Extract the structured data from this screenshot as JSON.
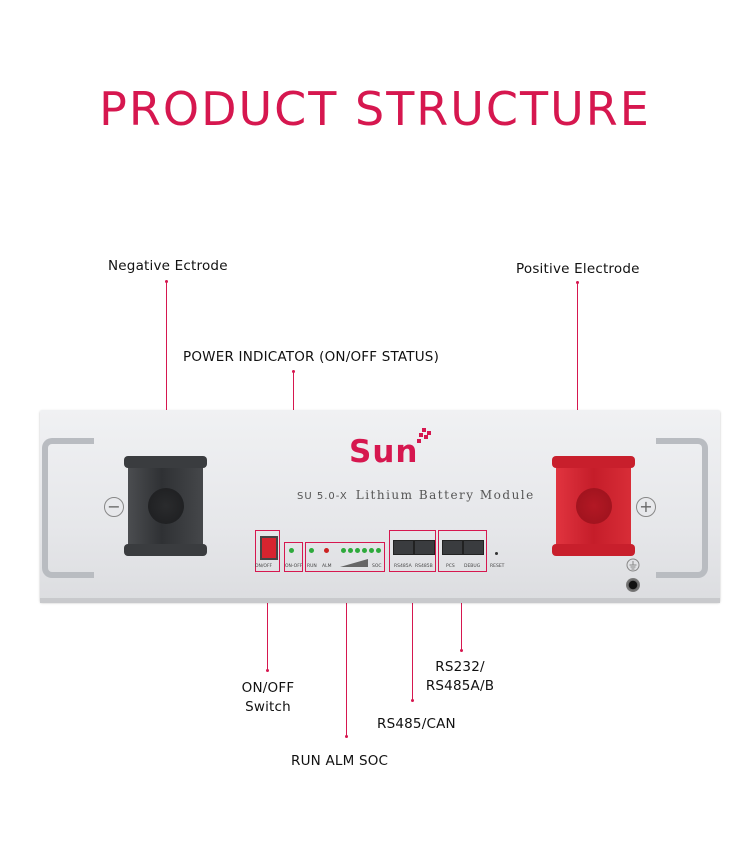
{
  "title": "PRODUCT STRUCTURE",
  "callouts": {
    "negative": "Negative Ectrode",
    "positive": "Positive Electrode",
    "power_indicator": "POWER INDICATOR (ON/OFF STATUS)",
    "onoff_line1": "ON/OFF",
    "onoff_line2": "Switch",
    "rs232_line1": "RS232/",
    "rs232_line2": "RS485A/B",
    "rs485": "RS485/CAN",
    "run_alm_soc": "RUN ALM SOC"
  },
  "module": {
    "brand": "Sun",
    "model": "SU 5.0-X",
    "name": "Lithium Battery Module",
    "labels": {
      "onoff": "ON/OFF",
      "power": "ON-OFF",
      "run": "RUN",
      "alm": "ALM",
      "soc": "SOC",
      "rs485a": "RS485A",
      "rs485b": "RS485B",
      "pcs": "PCS",
      "debug": "DEBUG",
      "reset": "RESET"
    }
  },
  "icons": [
    "minus-icon",
    "plus-icon",
    "ground-icon"
  ],
  "colors": {
    "accent": "#d6174f",
    "positive_terminal": "#c81f2c",
    "negative_terminal": "#333538",
    "led_green": "#2eaa3c",
    "led_red": "#cc2222"
  }
}
